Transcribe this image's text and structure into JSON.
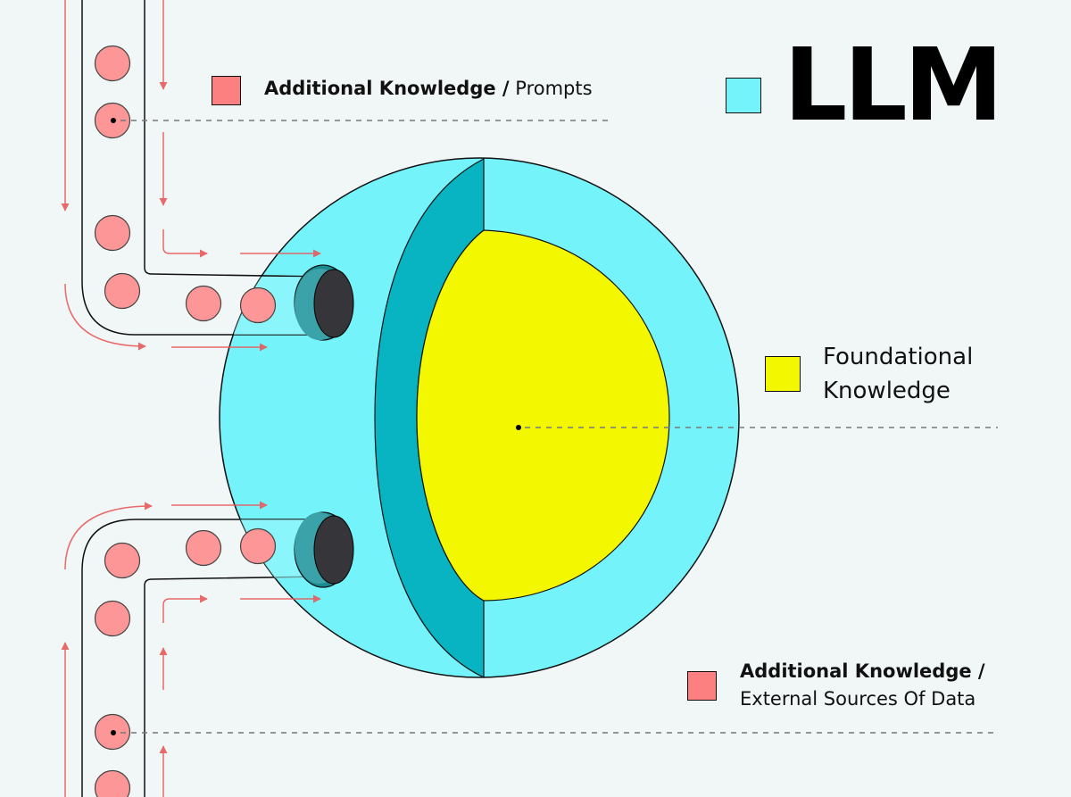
{
  "title": "LLM",
  "colors": {
    "background": "#f1f6f7",
    "llm": "#74f4fa",
    "llm_dark": "#08b4c2",
    "foundational": "#f3f700",
    "additional": "#fd8080",
    "token": "#fd9696",
    "arrow": "#e85a5a",
    "port_dark": "#36363a",
    "port_ring": "#3aa2a8"
  },
  "legend": {
    "llm": {
      "label": "LLM",
      "icon": "cyan-square"
    },
    "prompts": {
      "bold": "Additional Knowledge /",
      "regular": "Prompts",
      "icon": "salmon-square"
    },
    "foundational": {
      "line1": "Foundational",
      "line2": "Knowledge",
      "icon": "yellow-square"
    },
    "external": {
      "bold": "Additional Knowledge /",
      "regular": "External Sources Of Data",
      "icon": "salmon-square"
    }
  }
}
